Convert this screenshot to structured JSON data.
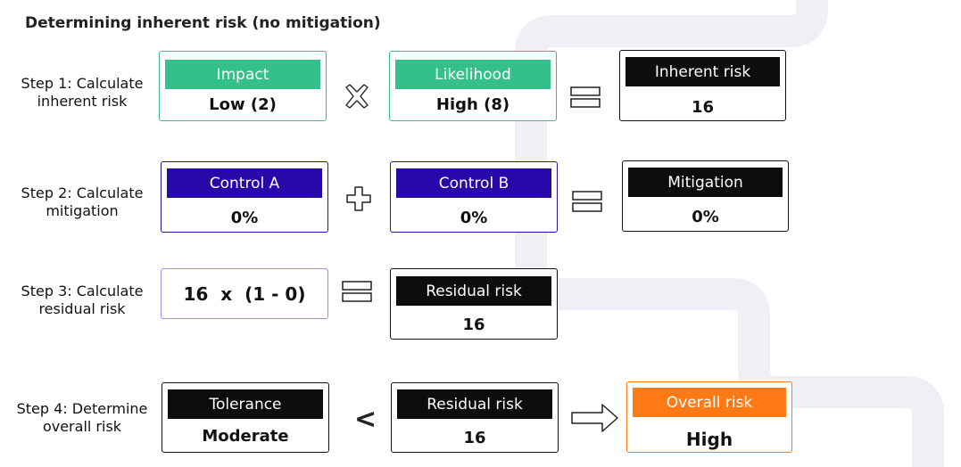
{
  "title": "Determining inherent risk (no mitigation)",
  "steps": {
    "step1": {
      "label_line1": "Step 1: Calculate",
      "label_line2": "inherent risk",
      "impact": {
        "header": "Impact",
        "value": "Low (2)"
      },
      "likelihood": {
        "header": "Likelihood",
        "value": "High (8)"
      },
      "inherent": {
        "header": "Inherent risk",
        "value": "16"
      }
    },
    "step2": {
      "label_line1": "Step 2: Calculate",
      "label_line2": "mitigation",
      "control_a": {
        "header": "Control A",
        "value": "0%"
      },
      "control_b": {
        "header": "Control B",
        "value": "0%"
      },
      "mitigation": {
        "header": "Mitigation",
        "value": "0%"
      }
    },
    "step3": {
      "label_line1": "Step 3: Calculate",
      "label_line2": "residual risk",
      "formula": "16  x  (1 - 0)",
      "residual": {
        "header": "Residual risk",
        "value": "16"
      }
    },
    "step4": {
      "label_line1": "Step 4: Determine",
      "label_line2": "overall risk",
      "tolerance": {
        "header": "Tolerance",
        "value": "Moderate"
      },
      "comparator": "<",
      "residual": {
        "header": "Residual risk",
        "value": "16"
      },
      "overall": {
        "header": "Overall risk",
        "value": "High"
      }
    }
  },
  "operators": {
    "multiply": "multiply-icon",
    "plus": "plus-icon",
    "equals": "equals-icon",
    "arrow": "arrow-right-icon"
  },
  "colors": {
    "green": "#33c08a",
    "blue": "#2708a8",
    "black": "#0d0d0d",
    "orange": "#ff7a14",
    "background_decoration": "#eff0f6"
  }
}
